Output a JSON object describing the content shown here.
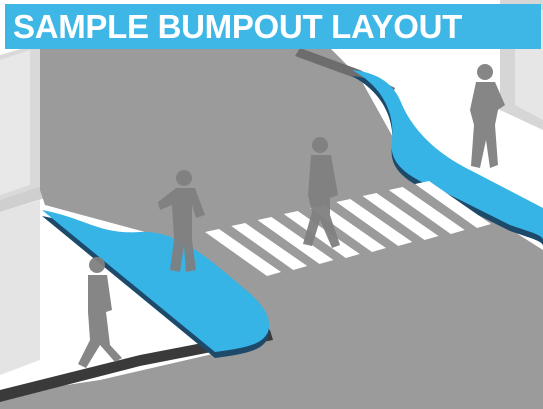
{
  "title": "SAMPLE BUMPOUT LAYOUT",
  "colors": {
    "banner": "#3eb7e6",
    "bumpout": "#35b4e5",
    "bumpout_edge": "#1d4a6a",
    "street": "#9b9b9b",
    "sidewalk": "#ffffff",
    "building": "#dcdcdc",
    "crosswalk": "#ffffff",
    "pedestrian": "#7f7f7f"
  },
  "scene": {
    "crosswalk_stripe_count": 9,
    "pedestrian_count": 4,
    "bumpout_count": 2
  }
}
